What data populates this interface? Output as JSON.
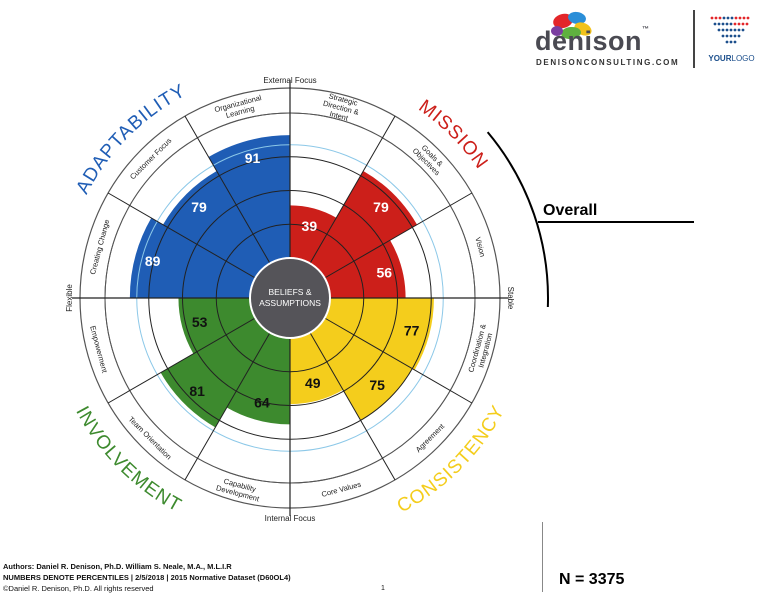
{
  "chart_data": {
    "type": "circumplex",
    "center_label": [
      "BELIEFS &",
      "ASSUMPTIONS"
    ],
    "axis_labels": {
      "top": "External Focus",
      "bottom": "Internal Focus",
      "left": "Flexible",
      "right": "Stable"
    },
    "ring_max": 100,
    "traits": [
      {
        "name": "ADAPTABILITY",
        "color": "#1f5db5",
        "indices": [
          {
            "label": [
              "Creating Change"
            ],
            "value": 89
          },
          {
            "label": [
              "Customer Focus"
            ],
            "value": 79
          },
          {
            "label": [
              "Organizational",
              "Learning"
            ],
            "value": 91
          }
        ]
      },
      {
        "name": "MISSION",
        "color": "#cc1f1a",
        "indices": [
          {
            "label": [
              "Strategic",
              "Direction &",
              "Intent"
            ],
            "value": 39
          },
          {
            "label": [
              "Goals &",
              "Objectives"
            ],
            "value": 79
          },
          {
            "label": [
              "Vision"
            ],
            "value": 56
          }
        ]
      },
      {
        "name": "CONSISTENCY",
        "color": "#f4cd1c",
        "indices": [
          {
            "label": [
              "Coordination &",
              "Integration"
            ],
            "value": 77
          },
          {
            "label": [
              "Agreement"
            ],
            "value": 75
          },
          {
            "label": [
              "Core Values"
            ],
            "value": 49
          }
        ]
      },
      {
        "name": "INVOLVEMENT",
        "color": "#3d8a2e",
        "indices": [
          {
            "label": [
              "Capability",
              "Development"
            ],
            "value": 64
          },
          {
            "label": [
              "Team Orientation"
            ],
            "value": 81
          },
          {
            "label": [
              "Empowerment"
            ],
            "value": 53
          }
        ]
      }
    ]
  },
  "header": {
    "brand": "denison",
    "brand_tm": "™",
    "brand_url": "DENISONCONSULTING.COM",
    "your_logo_prefix": "YOUR",
    "your_logo_suffix": "LOGO",
    "your_logo_color": "#1c4f8c"
  },
  "overall": {
    "label": "Overall"
  },
  "n_count": "N = 3375",
  "footer": {
    "authors": "Authors: Daniel R. Denison, Ph.D. William S. Neale, M.A., M.L.I.R",
    "note": "NUMBERS DENOTE PERCENTILES  |  2/5/2018  |  2015 Normative Dataset (D60OL4)",
    "copyright": "©Daniel R. Denison, Ph.D. All rights reserved",
    "page": "1"
  }
}
